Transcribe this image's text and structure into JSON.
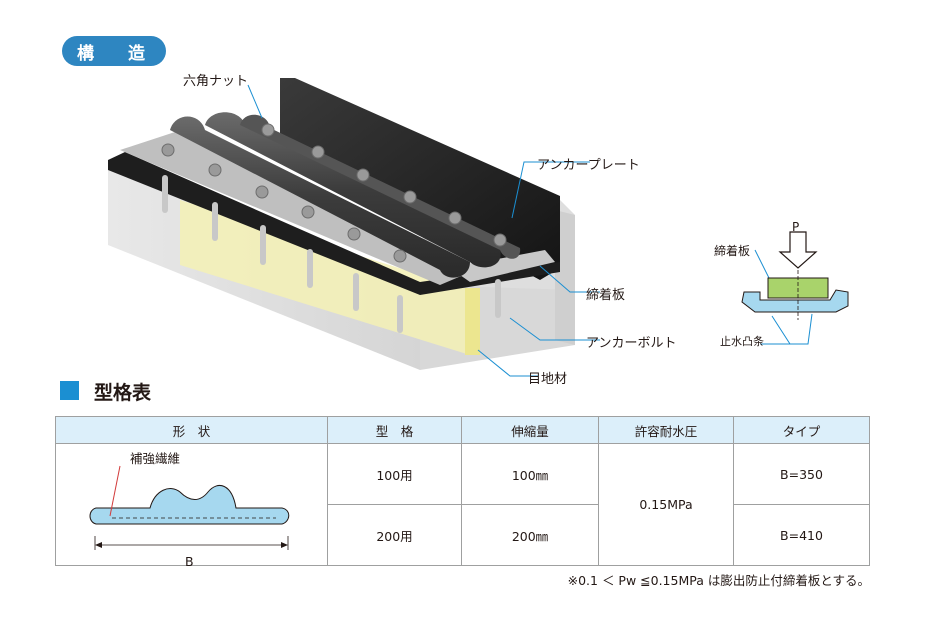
{
  "section1": {
    "title": "構 造"
  },
  "callouts": {
    "hex_nut": "六角ナット",
    "anchor_plate": "アンカープレート",
    "clamp_plate": "締着板",
    "anchor_bolt": "アンカーボルト",
    "joint_material": "目地材"
  },
  "detail": {
    "load_label": "P",
    "clamp_plate": "締着板",
    "water_ridge": "止水凸条"
  },
  "section2": {
    "title": "型格表"
  },
  "table": {
    "headers": [
      "形　状",
      "型　格",
      "伸縮量",
      "許容耐水圧",
      "タイプ"
    ],
    "shape": {
      "fiber_label": "補強繊維",
      "width_label": "B"
    },
    "rows": [
      {
        "model": "100用",
        "expansion": "100㎜",
        "type": "B=350"
      },
      {
        "model": "200用",
        "expansion": "200㎜",
        "type": "B=410"
      }
    ],
    "pressure": "0.15MPa"
  },
  "note": "※0.1 ＜ Pw ≦0.15MPa は膨出防止付締着板とする。",
  "colors": {
    "pill_blue": "#2e86c1",
    "header_bg": "#dceffa",
    "section_square": "#1b8fd2",
    "rubber": "#4a4a4a",
    "concrete": "#e4e4e4",
    "joint_yellow": "#f4f1b5",
    "clamp_green": "#a9d36b",
    "profile_blue": "#a6d8ef"
  }
}
